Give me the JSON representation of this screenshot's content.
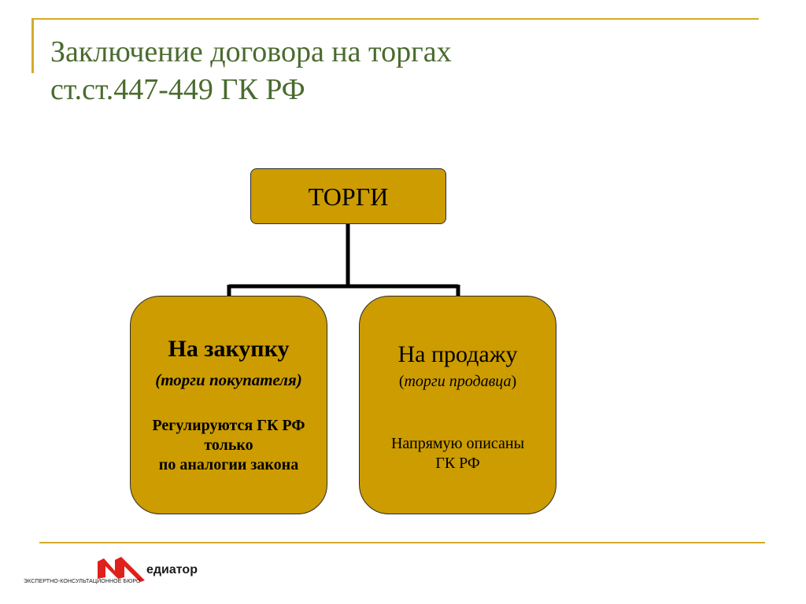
{
  "slide": {
    "title_line1": "Заключение договора на торгах",
    "title_line2": "ст.ст.447-449 ГК РФ"
  },
  "diagram": {
    "root": {
      "label": "ТОРГИ"
    },
    "children": [
      {
        "heading": "На закупку",
        "subheading": "(торги покупателя)",
        "body": [
          "Регулируются ГК РФ",
          "только",
          "по аналогии закона"
        ]
      },
      {
        "heading": "На продажу",
        "subheading_open": "(",
        "subheading": "торги продавца",
        "subheading_close": ")",
        "body": [
          "Напрямую описаны",
          "ГК РФ"
        ]
      }
    ]
  },
  "logo": {
    "name": "едиатор",
    "tagline": "ЭКСПЕРТНО-КОНСУЛЬТАЦИОННОЕ БЮРО"
  },
  "colors": {
    "title": "#4a6b2f",
    "accent_line": "#d4aa2a",
    "box_fill": "#cc9c00",
    "logo_mark": "#e0201b"
  }
}
